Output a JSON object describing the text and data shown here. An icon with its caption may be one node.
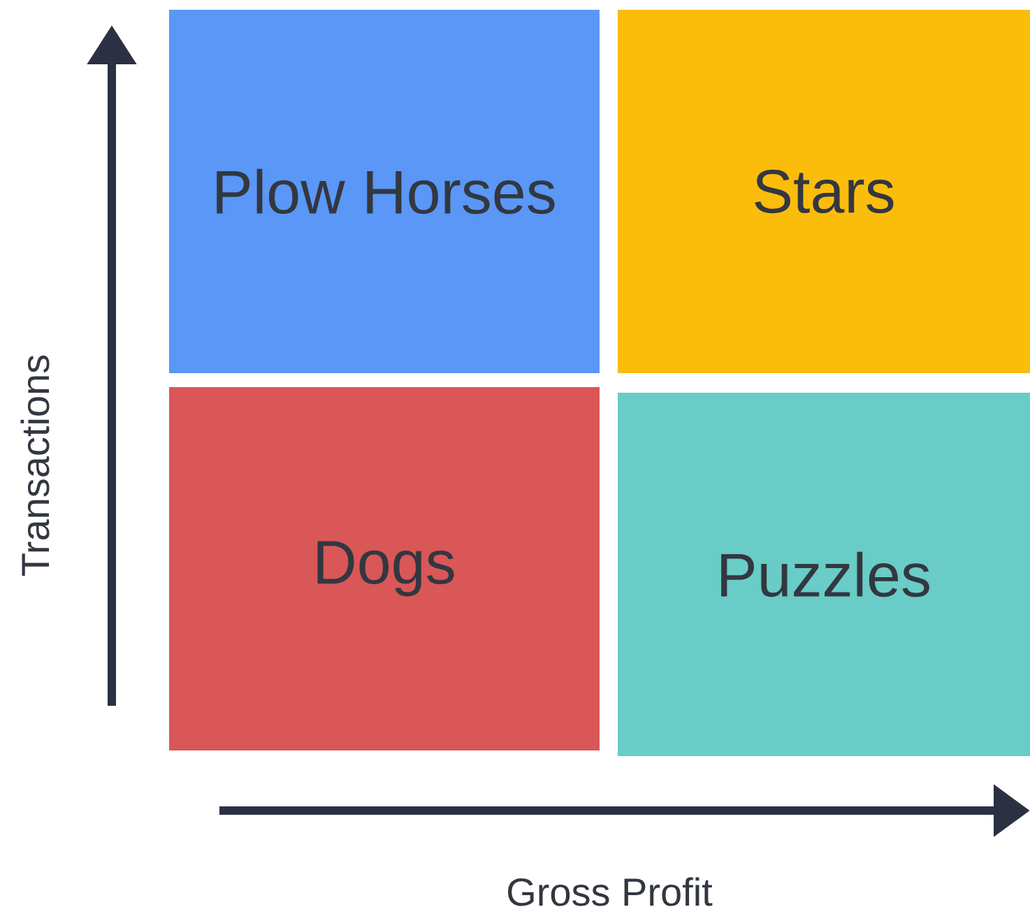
{
  "diagram": {
    "nodes": [
      {
        "text": [
          "Plow Horses"
        ]
      },
      {
        "text": [
          "Stars"
        ]
      },
      {
        "text": [
          "Dogs"
        ]
      },
      {
        "text": [
          "Puzzles"
        ]
      }
    ],
    "labels": [
      "Transactions",
      "Gross Profit"
    ]
  }
}
